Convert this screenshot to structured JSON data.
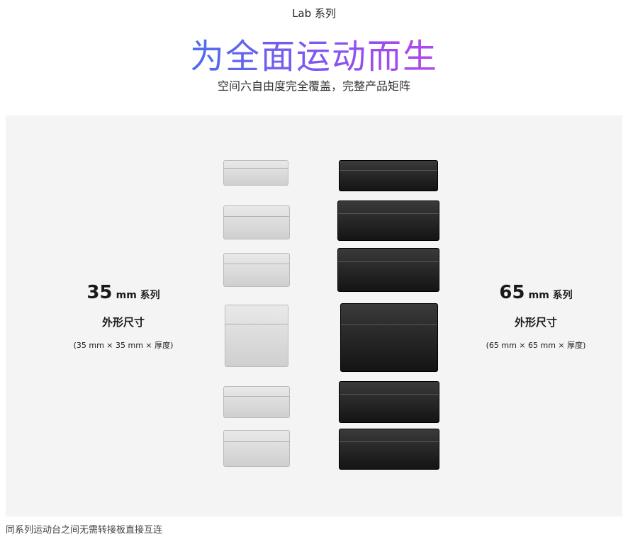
{
  "header": {
    "series": "Lab 系列",
    "headline": "为全面运动而生",
    "subtitle": "空间六自由度完全覆盖，完整产品矩阵"
  },
  "left": {
    "size": "35",
    "unit": "mm 系列",
    "dim_title": "外形尺寸",
    "dim_detail": "(35 mm × 35 mm × 厚度)"
  },
  "right": {
    "size": "65",
    "unit": "mm 系列",
    "dim_title": "外形尺寸",
    "dim_detail": "(65 mm × 65 mm × 厚度)"
  },
  "footer": "同系列运动台之间无需转接板直接互连",
  "colors": {
    "gradient_start": "#4b6ef0",
    "gradient_end": "#c445e8",
    "panel": "#f4f4f4"
  }
}
